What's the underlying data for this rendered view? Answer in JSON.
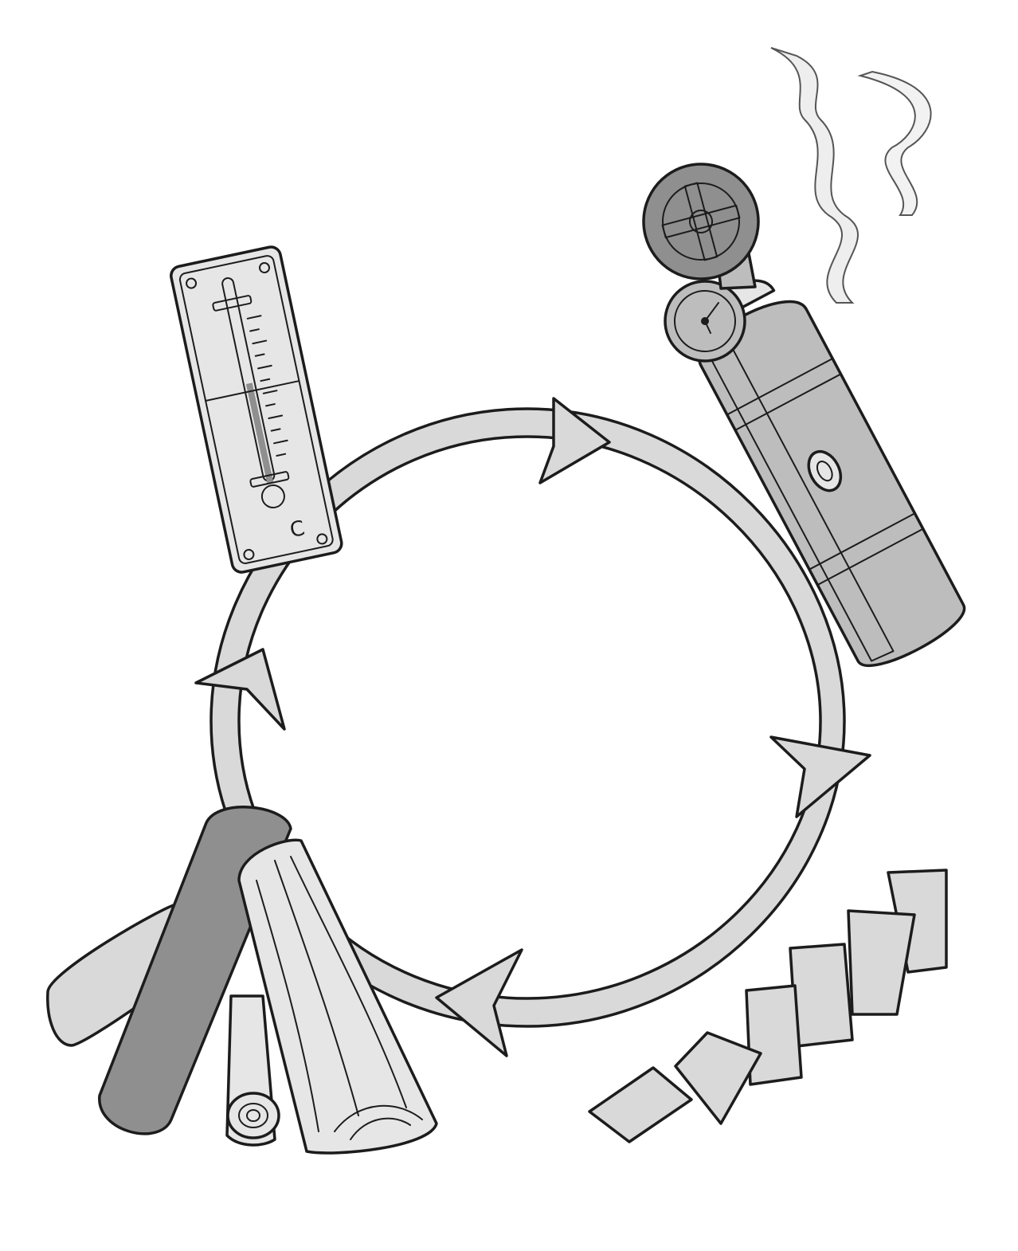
{
  "diagram": {
    "cycle_direction": "clockwise",
    "arrow_count": 4,
    "elements": [
      {
        "id": "thermometer",
        "position": "upper-left"
      },
      {
        "id": "gas-cylinder",
        "position": "upper-right"
      },
      {
        "id": "dominoes",
        "position": "lower-right"
      },
      {
        "id": "logs",
        "position": "lower-left"
      }
    ]
  },
  "thermometer": {
    "scale_label": "C"
  },
  "colors": {
    "ink": "#1c1c1c",
    "fill_light": "#d9d9d9",
    "fill_mid": "#bdbdbd",
    "fill_dark": "#8f8f8f",
    "background": "#ffffff"
  }
}
